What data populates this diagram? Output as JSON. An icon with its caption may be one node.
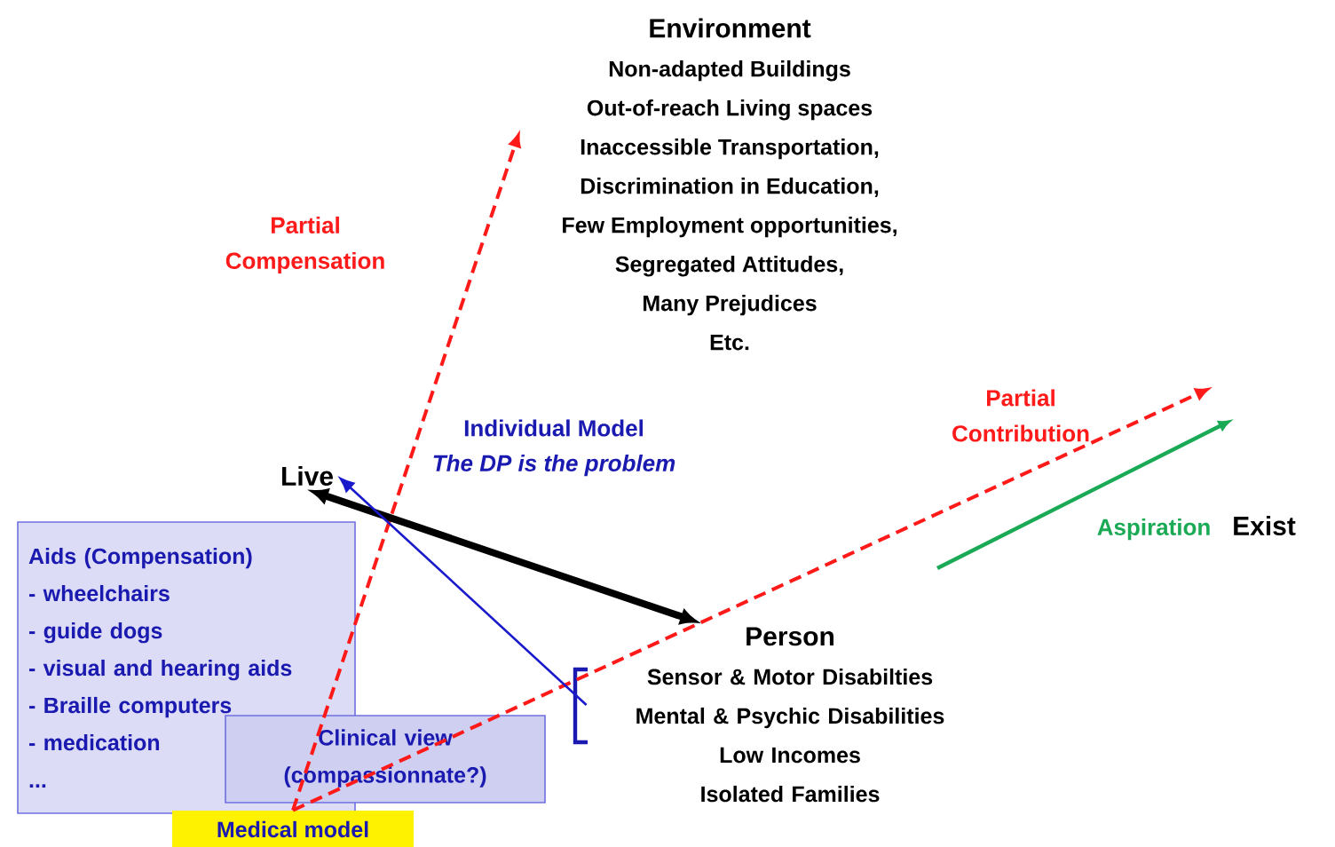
{
  "diagram": {
    "nodes": [
      {
        "text": [
          "Environment",
          "Non-adapted Buildings",
          "Out-of-reach Living spaces",
          "Inaccessible Transportation,",
          "Discrimination in Education,",
          "Few Employment opportunities,",
          "Segregated Attitudes,",
          "Many Prejudices",
          "Etc."
        ]
      },
      {
        "text": [
          "Live"
        ]
      },
      {
        "text": [
          "Exist"
        ]
      },
      {
        "text": [
          "Person",
          "Sensor & Motor Disabilties",
          "Mental & Psychic Disabilities",
          "Low Incomes",
          "Isolated Families"
        ]
      },
      {
        "text": [
          "Aids (Compensation)",
          "- wheelchairs",
          "- guide dogs",
          "- visual and hearing aids",
          "- Braille computers",
          "- medication",
          "..."
        ]
      },
      {
        "text": [
          "Clinical view (compassionnate?)"
        ]
      },
      {
        "text": [
          "Medical model"
        ]
      }
    ],
    "edges": [
      {
        "from": 6,
        "to": null,
        "arrow": "to",
        "label": "Partial Compensation",
        "style": "dashed",
        "color": "#ff1a1a"
      },
      {
        "from": 6,
        "to": null,
        "arrow": "to",
        "label": "Partial Contribution",
        "style": "dashed",
        "color": "#ff1a1a"
      },
      {
        "from": 1,
        "to": 3,
        "arrow": "both",
        "style": "thick",
        "color": "#000000"
      },
      {
        "from": 3,
        "to": 1,
        "arrow": "to",
        "color": "#1a1acc"
      }
    ],
    "labels": [
      "Individual Model",
      "The DP is the problem",
      "Aspiration"
    ]
  }
}
